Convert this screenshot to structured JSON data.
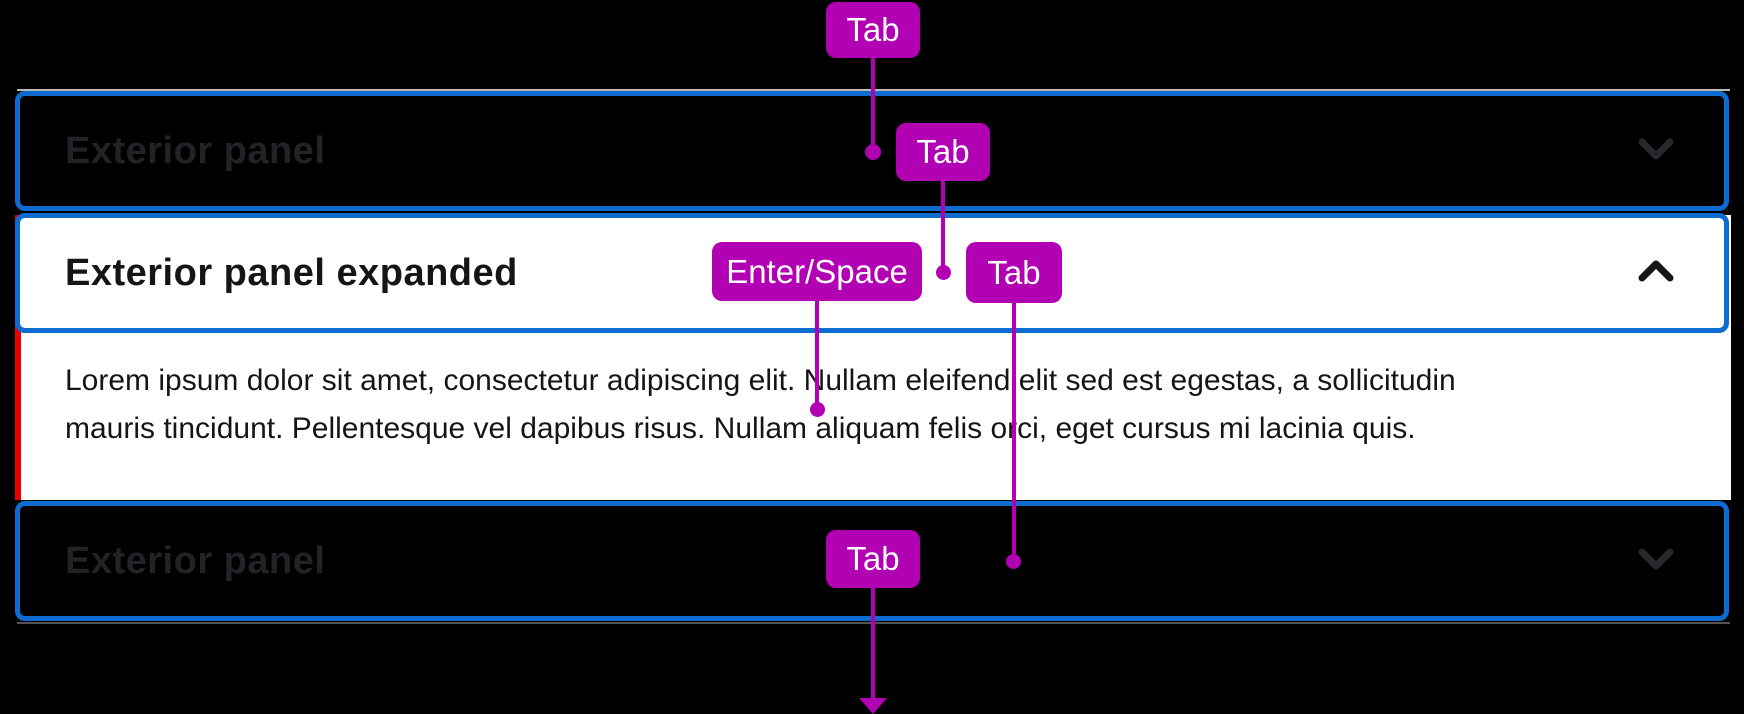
{
  "accordion": {
    "panels": [
      {
        "label": "Exterior panel",
        "state": "collapsed",
        "chevron_icon": "chevron-down-icon"
      },
      {
        "label": "Exterior panel expanded",
        "state": "expanded",
        "chevron_icon": "chevron-up-icon",
        "body_lines": [
          "Lorem ipsum dolor sit amet, consectetur adipiscing elit. Nullam eleifend elit sed est egestas, a sollicitudin",
          "mauris tincidunt. Pellentesque vel dapibus risus. Nullam aliquam felis orci, eget cursus mi lacinia quis."
        ]
      },
      {
        "label": "Exterior panel",
        "state": "collapsed",
        "chevron_icon": "chevron-down-icon"
      }
    ]
  },
  "keyboard": {
    "badges": [
      {
        "label": "Tab"
      },
      {
        "label": "Tab"
      },
      {
        "label": "Enter/Space"
      },
      {
        "label": "Tab"
      },
      {
        "label": "Tab"
      }
    ]
  },
  "colors": {
    "background": "#000000",
    "focus_outline_blue": "#0d6cd0",
    "badge_magenta": "#b101b3",
    "expanded_indicator_red": "#e60000",
    "collapsed_label_dim": "#222326",
    "expanded_text": "#151515",
    "hairline_gray": "#b9b9b9"
  }
}
